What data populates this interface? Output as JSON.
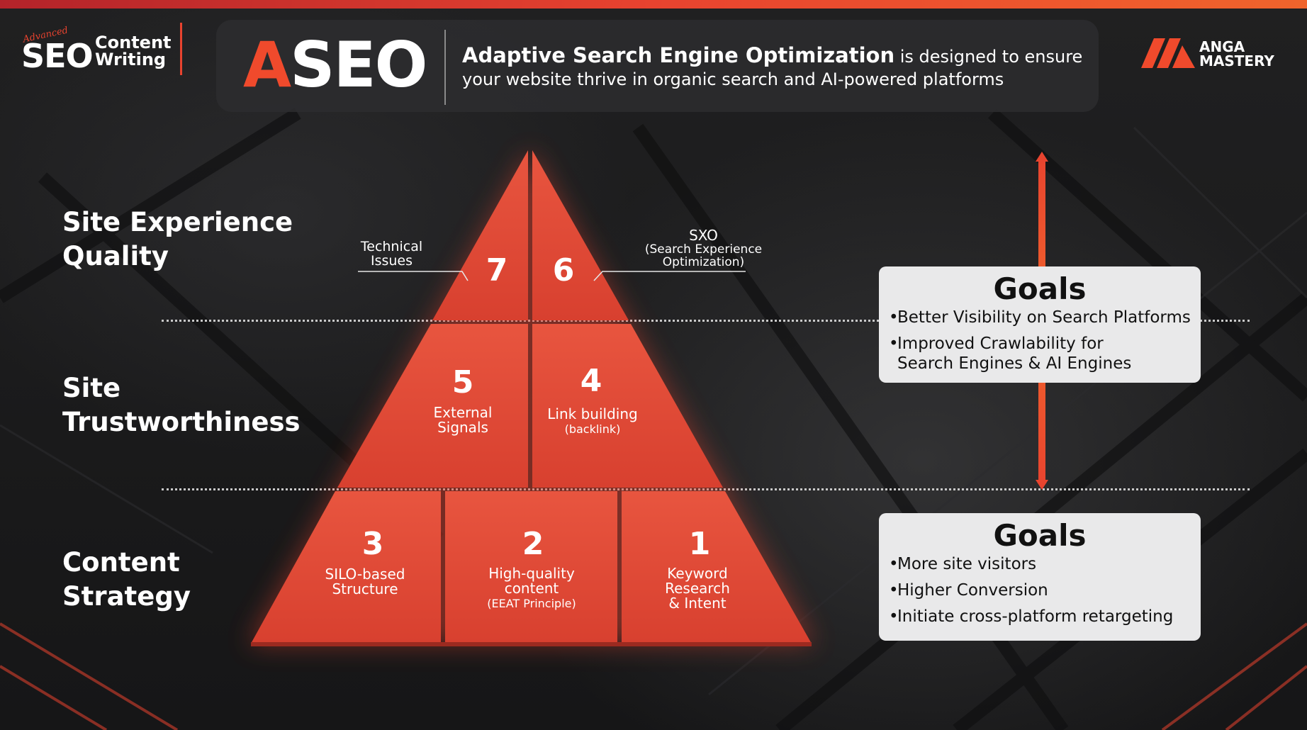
{
  "header": {
    "seo_logo": {
      "small_script": "Advanced",
      "seo": "SEO",
      "content_line1": "Content",
      "content_line2": "Writing"
    },
    "title_accent": "A",
    "title_rest": "SEO",
    "tagline_bold": "Adaptive Search Engine Optimization",
    "tagline_rest_1": " is designed to ensure",
    "tagline_rest_2": "your website thrive in organic search and AI-powered platforms",
    "brand": {
      "line1": "ANGA",
      "line2": "MASTERY"
    }
  },
  "levels": [
    {
      "line1": "Site Experience",
      "line2": "Quality"
    },
    {
      "line1": "Site",
      "line2": "Trustworthiness"
    },
    {
      "line1": "Content",
      "line2": "Strategy"
    }
  ],
  "callouts": {
    "left_line1": "Technical",
    "left_line2": "Issues",
    "right_line1": "SXO",
    "right_line2": "(Search Experience",
    "right_line3": "Optimization)"
  },
  "blocks": [
    {
      "num": "7"
    },
    {
      "num": "6"
    },
    {
      "num": "5",
      "line1": "External",
      "line2": "Signals"
    },
    {
      "num": "4",
      "line1": "Link building",
      "line2": "(backlink)"
    },
    {
      "num": "3",
      "line1": "SILO-based",
      "line2": "Structure"
    },
    {
      "num": "2",
      "line1": "High-quality",
      "line2": "content",
      "line3": "(EEAT Principle)"
    },
    {
      "num": "1",
      "line1": "Keyword",
      "line2": "Research",
      "line3": "& Intent"
    }
  ],
  "goals": [
    {
      "title": "Goals",
      "items": [
        "Better Visibility on Search Platforms",
        "Improved Crawlability for",
        "Search Engines & AI Engines"
      ]
    },
    {
      "title": "Goals",
      "items": [
        "More site visitors",
        "Higher Conversion",
        "Initiate cross-platform retargeting"
      ]
    }
  ],
  "colors": {
    "accent": "#e8432f",
    "pyramid_red": "#e0483c",
    "background": "#1b1b1c",
    "goals_bg": "#e9e9ea"
  }
}
